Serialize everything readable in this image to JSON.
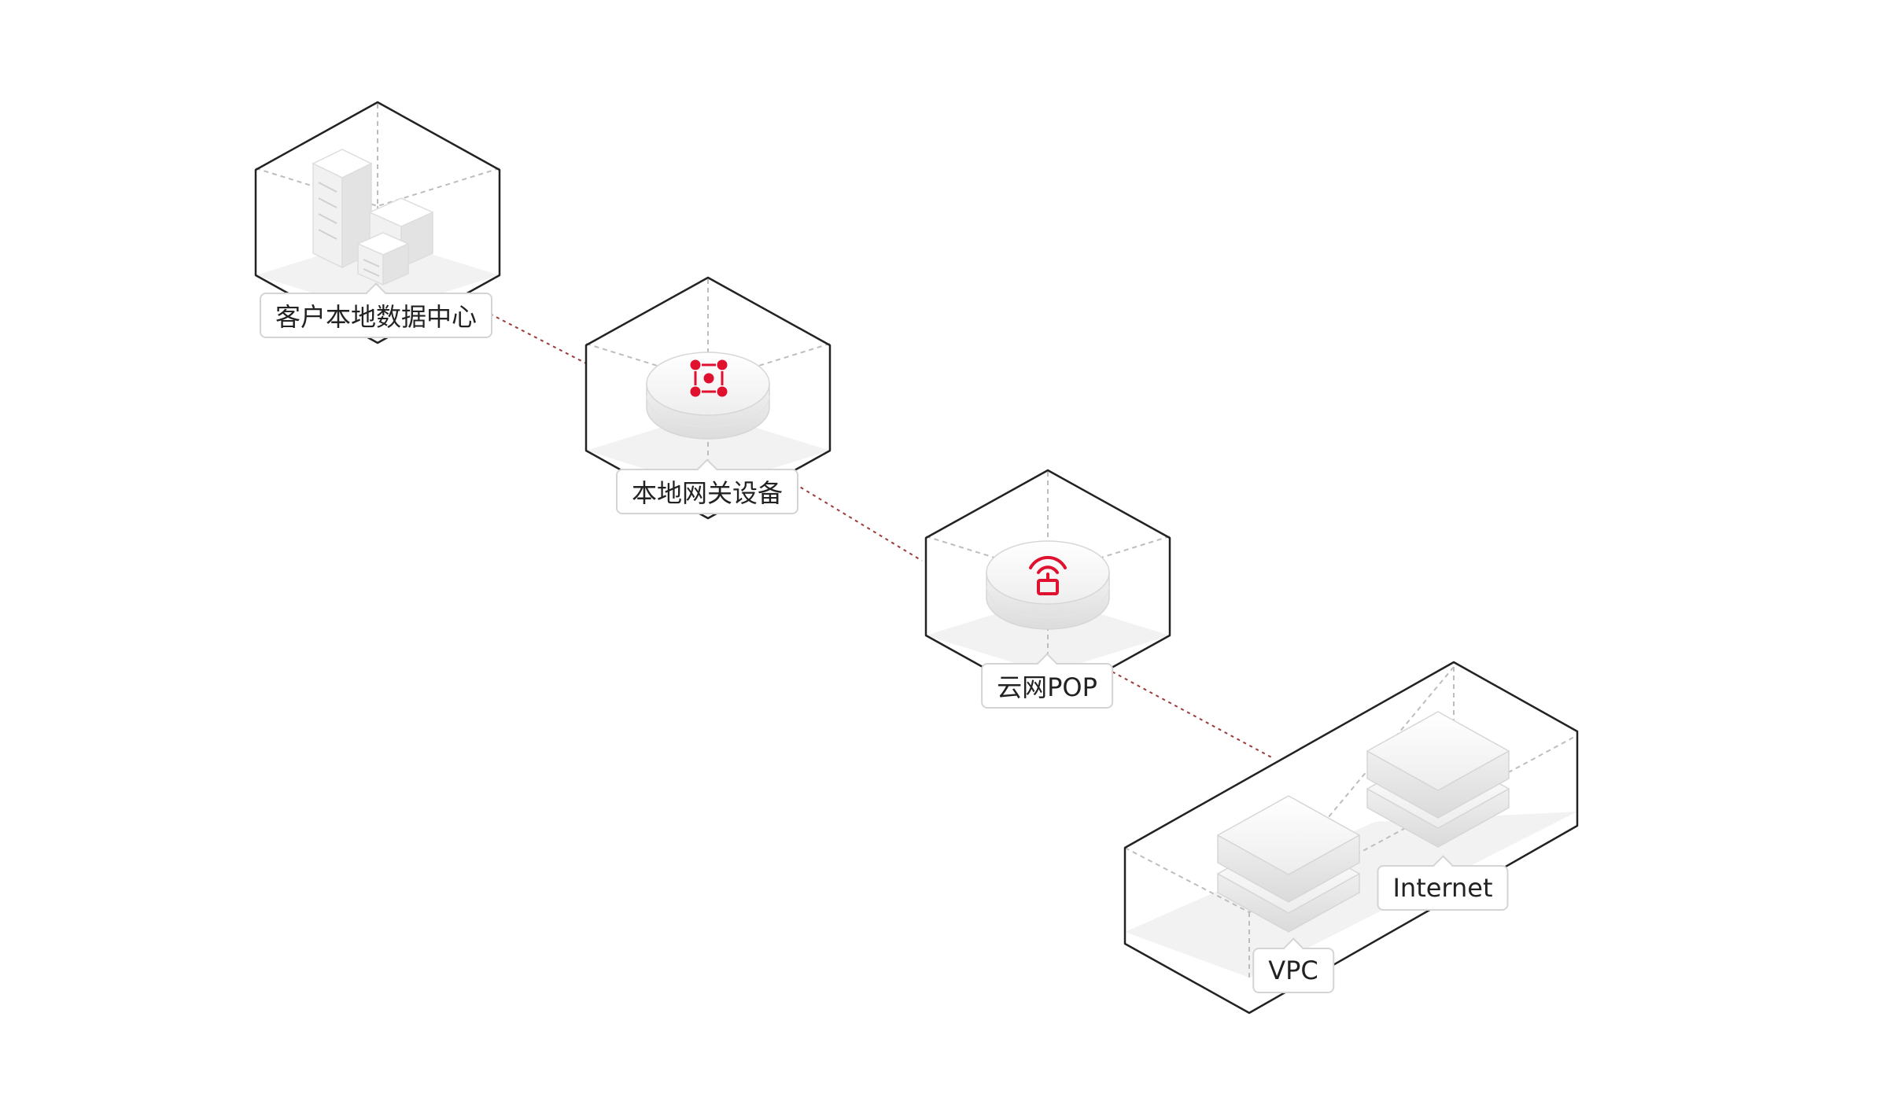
{
  "nodes": {
    "datacenter": {
      "label": "客户本地数据中心",
      "icon": "building-icon"
    },
    "gateway": {
      "label": "本地网关设备",
      "icon": "gateway-nodes-icon"
    },
    "pop": {
      "label": "云网POP",
      "icon": "wireless-router-icon"
    },
    "vpc": {
      "label": "VPC",
      "icon": "vpc-block-icon"
    },
    "internet": {
      "label": "Internet",
      "icon": "internet-block-icon"
    }
  },
  "connections": [
    {
      "from": "datacenter",
      "to": "gateway"
    },
    {
      "from": "gateway",
      "to": "pop"
    },
    {
      "from": "pop",
      "to": "cloud"
    }
  ],
  "colors": {
    "accent": "#e0102f",
    "link": "#9b3a3a",
    "outline": "#222222",
    "guide": "#bdbdbd",
    "floor": "#f2f2f2"
  }
}
